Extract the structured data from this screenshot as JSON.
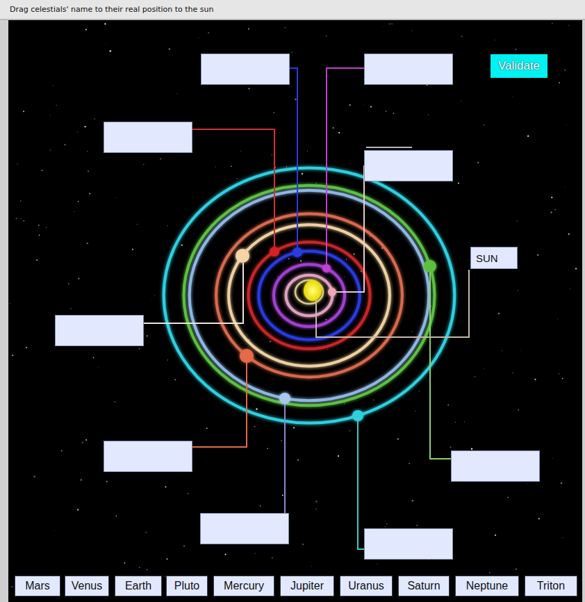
{
  "diagram": {
    "title": "Drag celestials' name to their real position to the sun",
    "nodes": [
      {
        "text": [
          "Validate"
        ]
      },
      {
        "text": [
          "SUN"
        ]
      },
      {
        "text": [
          "Mars"
        ]
      },
      {
        "text": [
          "Venus"
        ]
      },
      {
        "text": [
          "Earth"
        ]
      },
      {
        "text": [
          "Pluto"
        ]
      },
      {
        "text": [
          "Mercury"
        ]
      },
      {
        "text": [
          "Jupiter"
        ]
      },
      {
        "text": [
          "Uranus"
        ]
      },
      {
        "text": [
          "Saturn"
        ]
      },
      {
        "text": [
          "Neptune"
        ]
      },
      {
        "text": [
          "Triton"
        ]
      }
    ]
  }
}
